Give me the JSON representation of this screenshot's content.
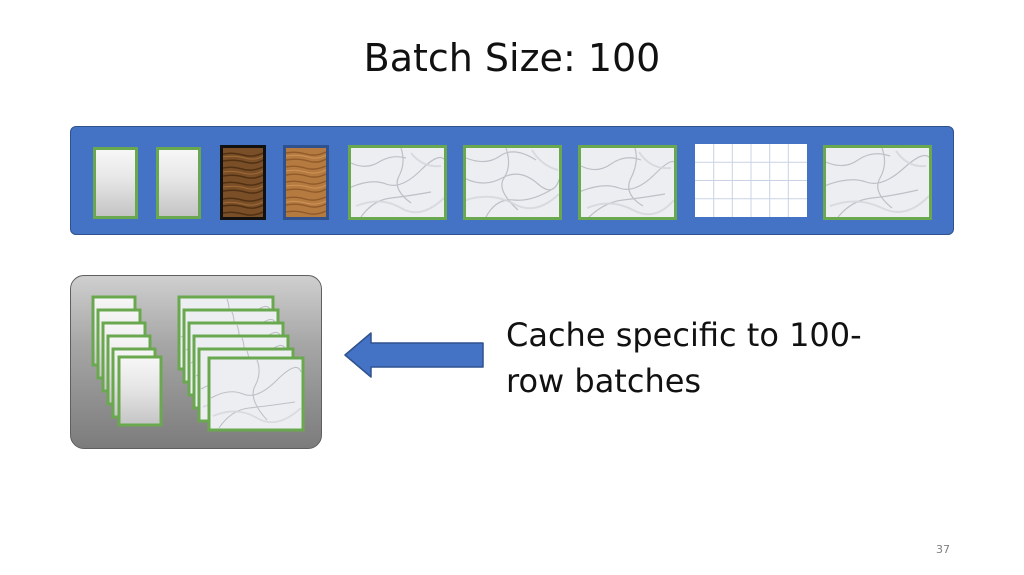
{
  "slide": {
    "title": "Batch Size: 100",
    "cache_text": "Cache specific to 100-row batches",
    "cache_text_line1": "Cache specific to 100-",
    "cache_text_line2": "row batches",
    "page_number": "37"
  },
  "colors": {
    "bar_blue": "#4472c4",
    "cell_border_green": "#6aa84f",
    "arrow_blue": "#4472c4",
    "wood_dark": "#6b4421",
    "wood_light": "#b9824a",
    "cache_box_gray": "#9a9a9a"
  },
  "batch_cells": [
    {
      "kind": "gray-gradient",
      "icon": "gray-block"
    },
    {
      "kind": "gray-gradient",
      "icon": "gray-block"
    },
    {
      "kind": "wood",
      "icon": "dark-wood-block"
    },
    {
      "kind": "wood",
      "icon": "light-wood-block"
    },
    {
      "kind": "marble",
      "icon": "marble-block"
    },
    {
      "kind": "marble",
      "icon": "marble-block"
    },
    {
      "kind": "marble",
      "icon": "marble-block"
    },
    {
      "kind": "grid",
      "icon": "grid-block"
    },
    {
      "kind": "marble",
      "icon": "marble-block"
    }
  ],
  "cache_stacks": [
    {
      "kind": "gray-gradient",
      "count": 6,
      "icon": "gray-block-stack"
    },
    {
      "kind": "marble",
      "count": 6,
      "icon": "marble-block-stack"
    }
  ],
  "arrow": {
    "direction": "left",
    "icon": "left-arrow-icon"
  }
}
